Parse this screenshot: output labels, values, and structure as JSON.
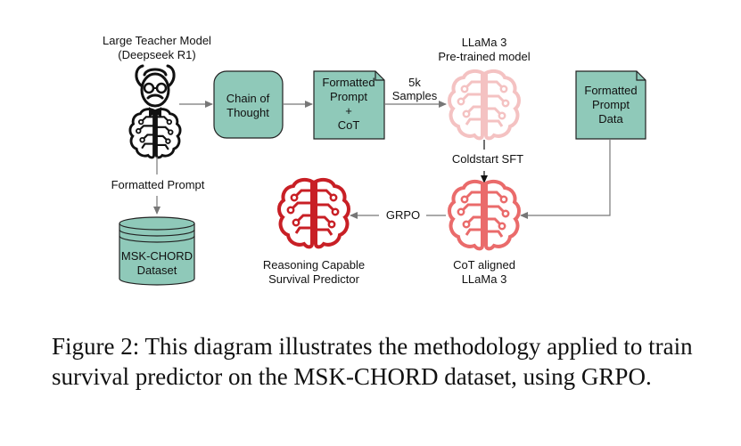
{
  "teacher": {
    "title_line1": "Large Teacher Model",
    "title_line2": "(Deepseek R1)",
    "icon": "professor-brain-icon"
  },
  "chain_of_thought": {
    "line1": "Chain of",
    "line2": "Thought"
  },
  "formatted_doc": {
    "line1": "Formatted",
    "line2": "Prompt",
    "line3": "+",
    "line4": "CoT"
  },
  "samples_label": {
    "line1": "5k",
    "line2": "Samples"
  },
  "llama_pretrained": {
    "line1": "LLaMa 3",
    "line2": "Pre-trained model",
    "icon": "brain-circuit-icon"
  },
  "prompt_data": {
    "line1": "Formatted",
    "line2": "Prompt",
    "line3": "Data"
  },
  "coldstart_label": "Coldstart SFT",
  "formatted_prompt_label": "Formatted Prompt",
  "dataset": {
    "line1": "MSK-CHORD",
    "line2": "Dataset",
    "icon": "database-cylinder-icon"
  },
  "grpo_label": "GRPO",
  "cot_aligned": {
    "line1": "CoT aligned",
    "line2": "LLaMa 3",
    "icon": "brain-circuit-icon"
  },
  "predictor": {
    "line1": "Reasoning Capable",
    "line2": "Survival Predictor",
    "icon": "brain-circuit-icon"
  },
  "caption": "Figure 2: This diagram illustrates the methodology applied to train survival predictor on the MSK-CHORD dataset, using GRPO.",
  "colors": {
    "teal_fill": "#8fc9b9",
    "pretrained_red": "#f4c2c2",
    "aligned_red": "#ea6b6b",
    "predictor_red": "#c81f25",
    "arrow": "#7a7a7a"
  }
}
